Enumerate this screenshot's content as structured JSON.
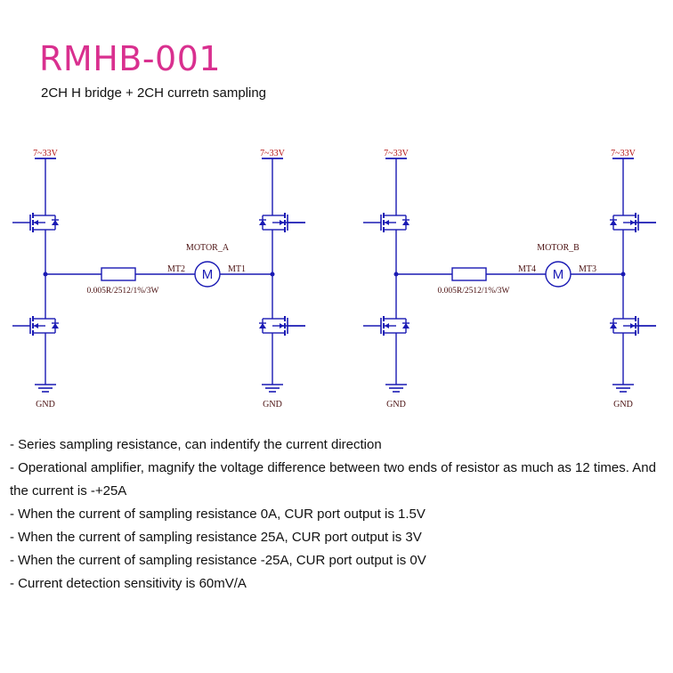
{
  "header": {
    "title": "RMHB-001",
    "subtitle": "2CH H bridge + 2CH curretn sampling"
  },
  "colors": {
    "title": "#d9308f",
    "wire": "#1a1ab4",
    "label_red": "#b41414",
    "label_dark": "#4a1010"
  },
  "bridges": [
    {
      "motor_label": "MOTOR_A",
      "motor_symbol": "M",
      "left_terminal": "MT2",
      "right_terminal": "MT1",
      "resistor_label": "0.005R/2512/1%/3W",
      "left_supply": "7~33V",
      "right_supply": "7~33V",
      "left_ground": "GND",
      "right_ground": "GND"
    },
    {
      "motor_label": "MOTOR_B",
      "motor_symbol": "M",
      "left_terminal": "MT4",
      "right_terminal": "MT3",
      "resistor_label": "0.005R/2512/1%/3W",
      "left_supply": "7~33V",
      "right_supply": "7~33V",
      "left_ground": "GND",
      "right_ground": "GND"
    }
  ],
  "notes": [
    "- Series sampling resistance, can indentify the current direction",
    "- Operational amplifier, magnify the voltage difference between two ends of resistor as much as 12 times. And the current is -+25A",
    "- When the current of sampling resistance 0A, CUR port output is 1.5V",
    "- When the current of sampling resistance 25A, CUR port output is 3V",
    "- When the current of sampling resistance -25A, CUR port output is 0V",
    "- Current detection sensitivity is 60mV/A"
  ]
}
